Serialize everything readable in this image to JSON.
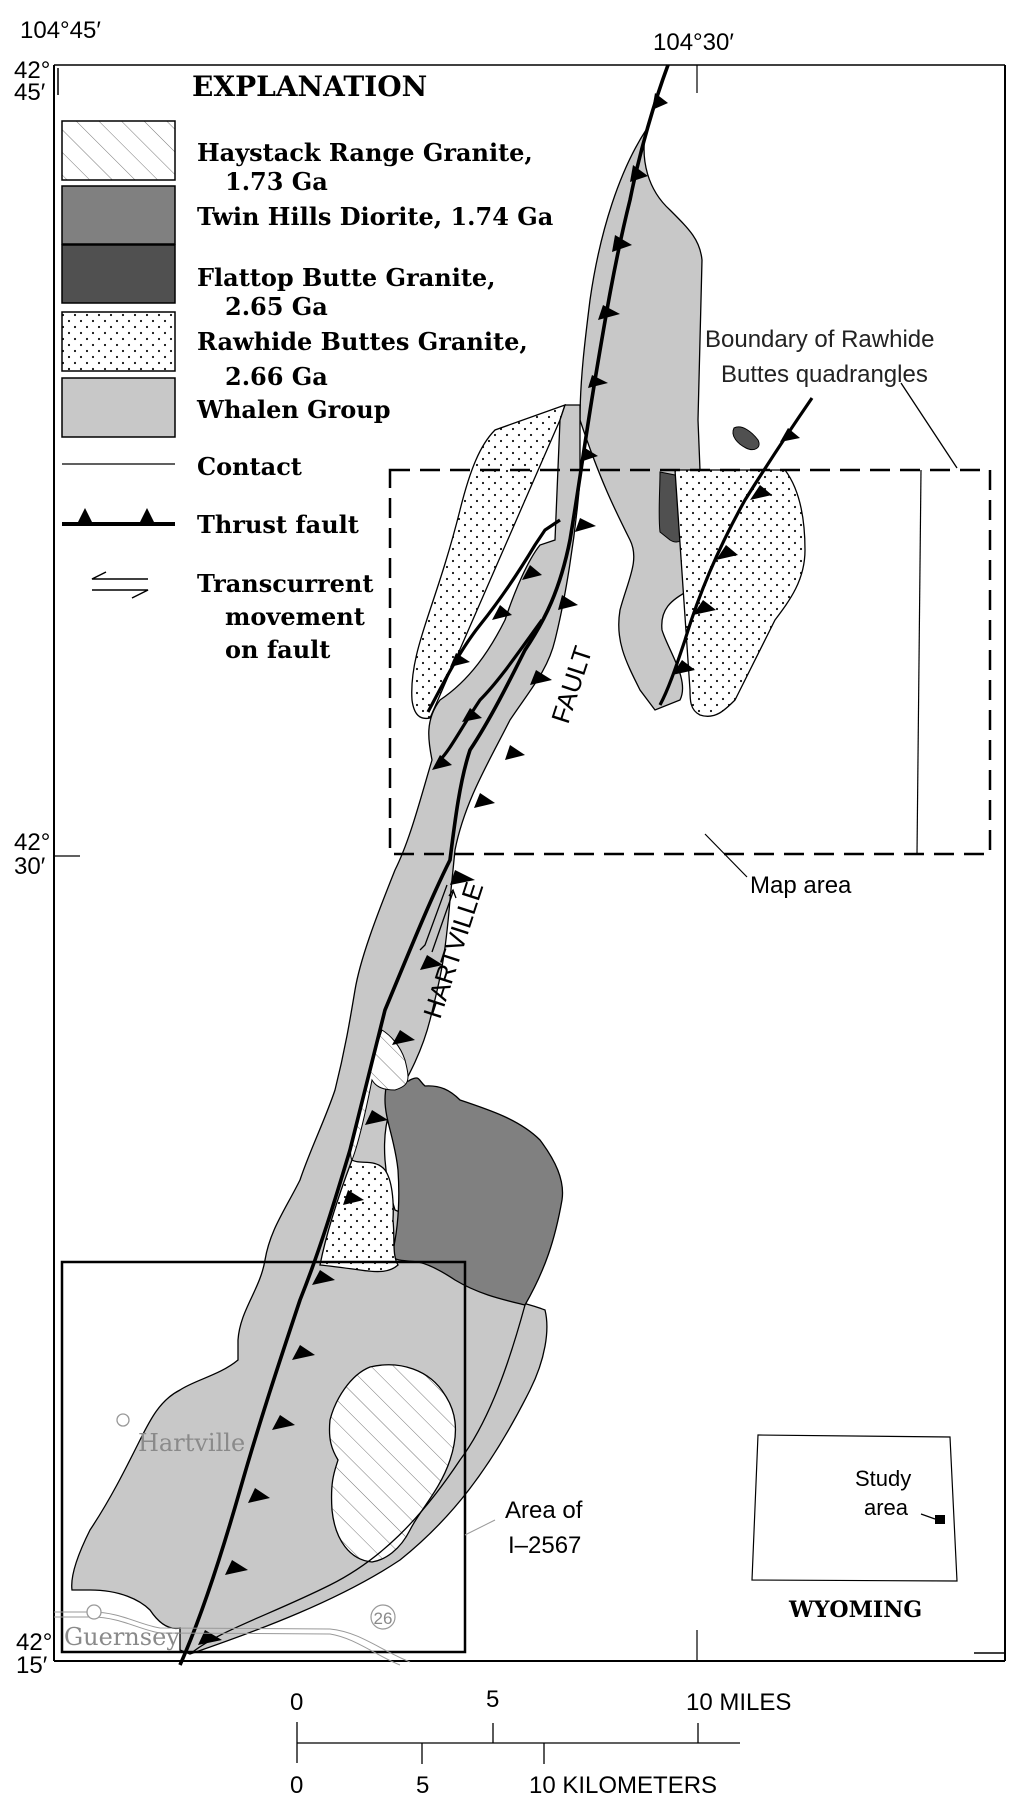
{
  "coordinates": {
    "top_left_lon": "104°45′",
    "top_right_lon": "104°30′",
    "lat_top_deg": "42°",
    "lat_top_min": "45′",
    "lat_mid_deg": "42°",
    "lat_mid_min": "30′",
    "lat_bottom_deg": "42°",
    "lat_bottom_min": "15′"
  },
  "explanation": {
    "title": "EXPLANATION",
    "units": [
      {
        "line1": "Haystack Range Granite,",
        "line2": "1.73 Ga",
        "pattern": "hatch"
      },
      {
        "line1": "Twin Hills Diorite, 1.74 Ga",
        "line2": "",
        "pattern": "medium-gray"
      },
      {
        "line1": "Flattop Butte Granite,",
        "line2": "2.65 Ga",
        "pattern": "dark-gray"
      },
      {
        "line1": "Rawhide Buttes Granite,",
        "line2": "2.66 Ga",
        "pattern": "dots"
      },
      {
        "line1": "Whalen Group",
        "line2": "",
        "pattern": "light-gray"
      }
    ],
    "symbols": {
      "contact": "Contact",
      "thrust_fault": "Thrust fault",
      "transcurrent_1": "Transcurrent",
      "transcurrent_2": "movement",
      "transcurrent_3": "on fault"
    }
  },
  "map_labels": {
    "boundary_1": "Boundary of Rawhide",
    "boundary_2": "Buttes quadrangles",
    "map_area": "Map area",
    "fault_name_1": "HARTVILLE",
    "fault_name_2": "FAULT",
    "town_hartville": "Hartville",
    "town_guernsey": "Guernsey",
    "route": "26",
    "area_of_1": "Area of",
    "area_of_2": "I–2567"
  },
  "inset": {
    "state": "WYOMING",
    "study_1": "Study",
    "study_2": "area"
  },
  "scale": {
    "miles_ticks": [
      "0",
      "5",
      "10 MILES"
    ],
    "km_ticks": [
      "0",
      "5",
      "10 KILOMETERS"
    ]
  },
  "colors": {
    "whalen": "#c8c8c8",
    "twin_hills": "#808080",
    "flattop": "#505050",
    "line": "#000000",
    "town": "#8a8a8a"
  }
}
